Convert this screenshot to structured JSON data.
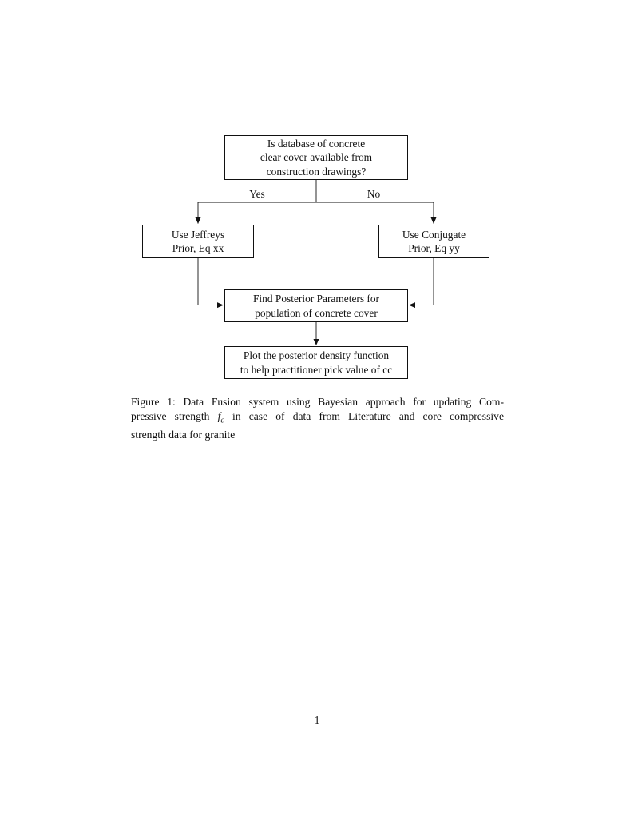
{
  "flowchart": {
    "top_box": "Is database of concrete\nclear cover available from\nconstruction drawings?",
    "yes_label": "Yes",
    "no_label": "No",
    "left_box": "Use Jeffreys\nPrior, Eq xx",
    "right_box": "Use Conjugate\nPrior, Eq yy",
    "middle_box": "Find Posterior Parameters for\npopulation of concrete cover",
    "bottom_box": "Plot the posterior density function\nto help practitioner pick value of cc",
    "line_color": "#111111"
  },
  "caption": {
    "line1": "Figure 1: Data Fusion system using Bayesian approach for updating Com-",
    "line2_pre": "pressive strength ",
    "symbol_base": "f",
    "symbol_sub": "c",
    "line2_post": " in case of data from Literature and core compressive",
    "line3": "strength data for granite"
  },
  "page": {
    "number": "1"
  }
}
